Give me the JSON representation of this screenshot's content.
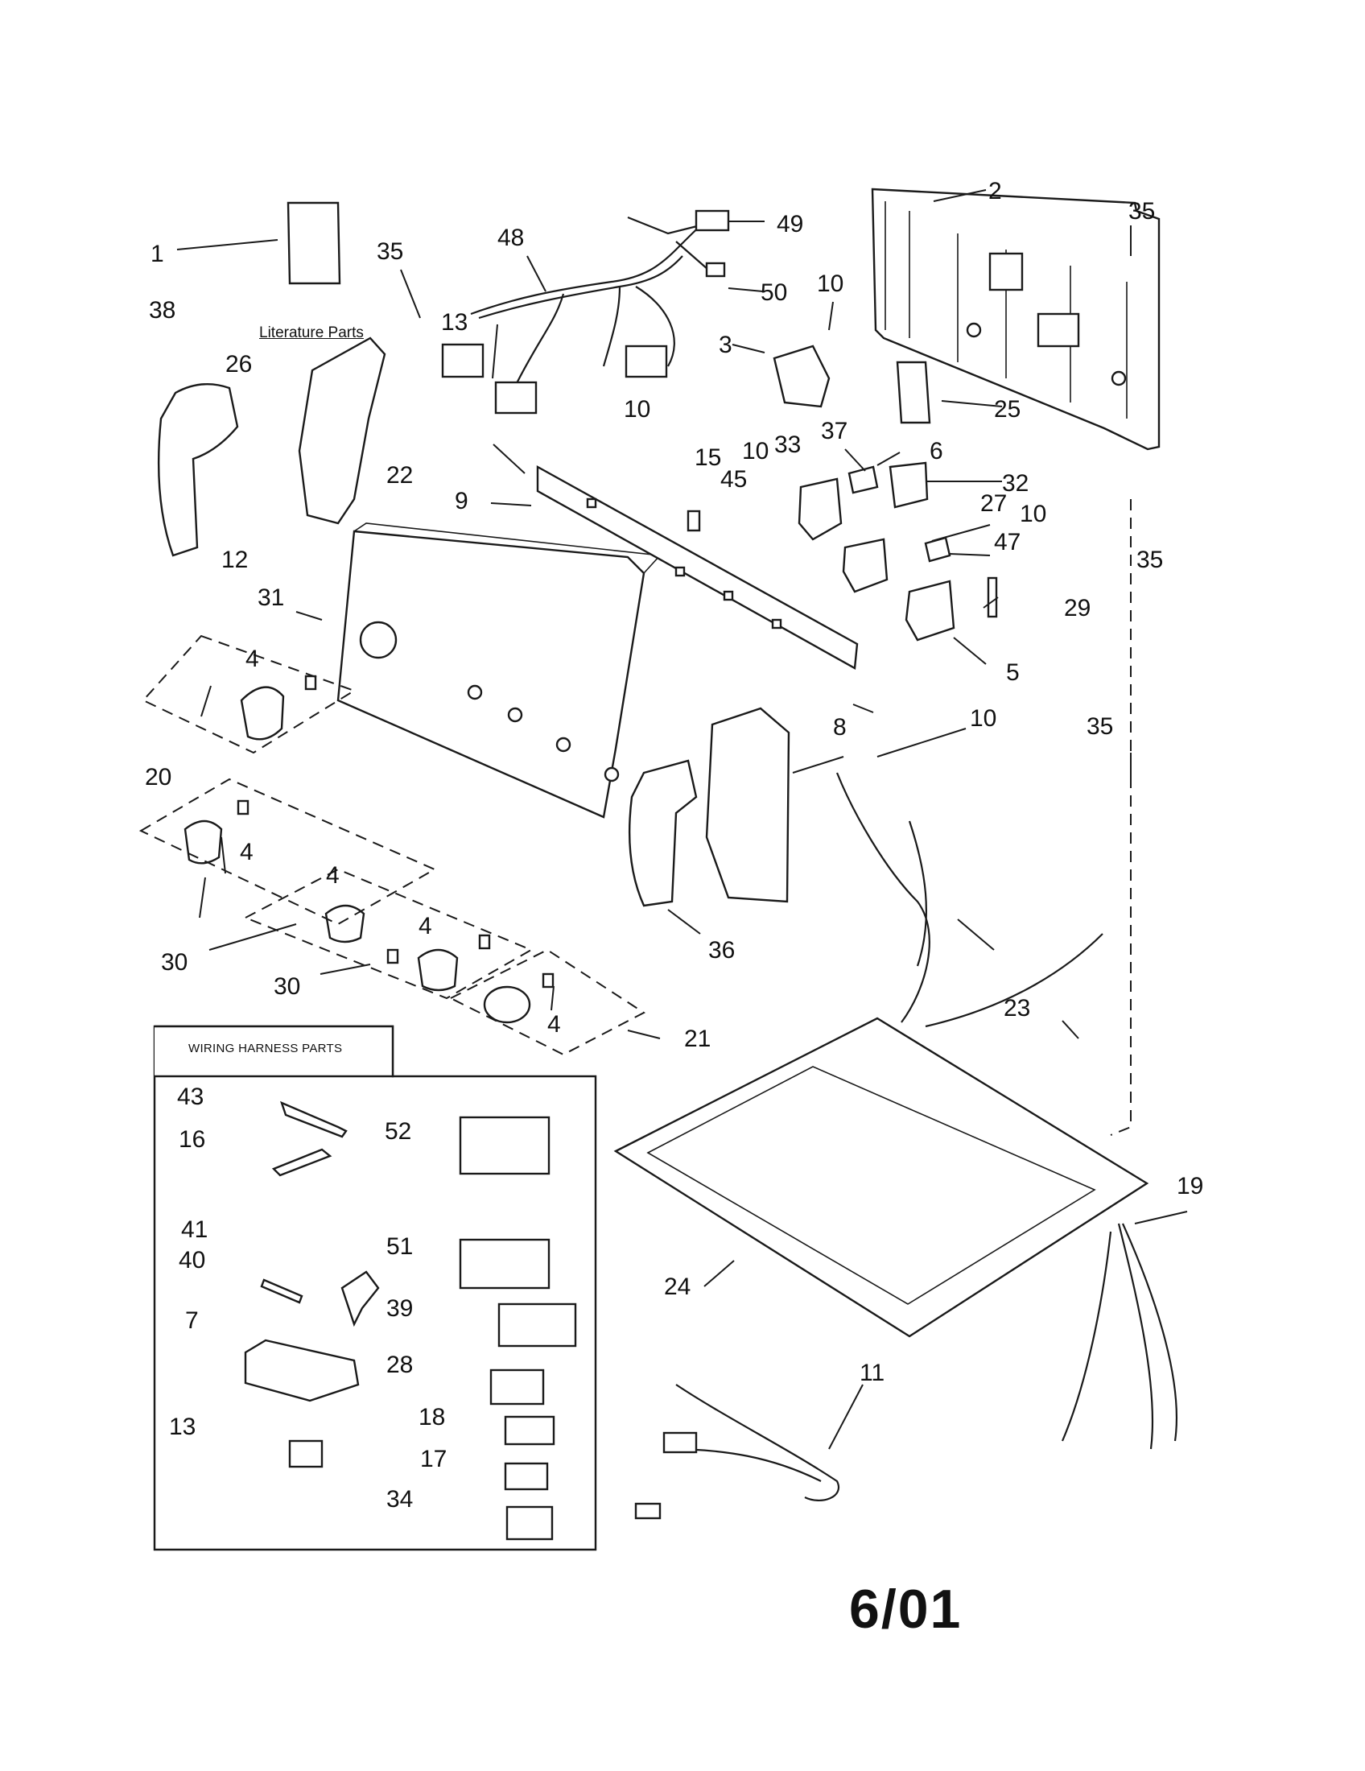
{
  "literature_label": "Literature Parts",
  "wiring_harness_label": "WIRING HARNESS PARTS",
  "date_code": "6/01",
  "callouts": [
    "1",
    "2",
    "3",
    "4",
    "5",
    "6",
    "7",
    "8",
    "9",
    "10",
    "11",
    "12",
    "13",
    "15",
    "16",
    "17",
    "18",
    "19",
    "20",
    "21",
    "22",
    "23",
    "24",
    "25",
    "26",
    "27",
    "28",
    "29",
    "30",
    "31",
    "32",
    "33",
    "34",
    "35",
    "36",
    "37",
    "38",
    "39",
    "40",
    "41",
    "43",
    "45",
    "47",
    "48",
    "49",
    "50",
    "51",
    "52"
  ]
}
